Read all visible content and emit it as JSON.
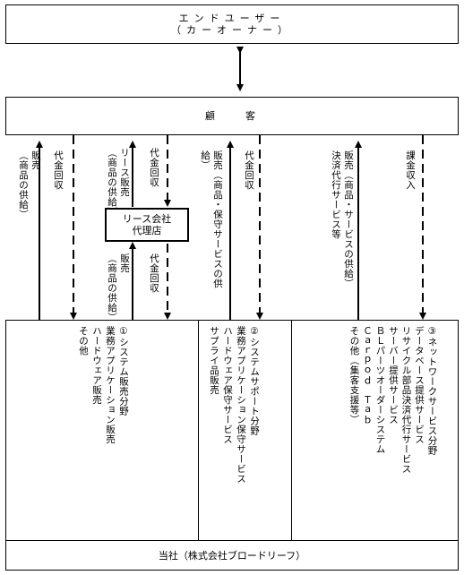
{
  "top": {
    "title": "エンドユーザー",
    "subtitle": "（カーオーナー）"
  },
  "customer": {
    "label": "顧　　客"
  },
  "agency": {
    "line1": "リース会社",
    "line2": "代理店"
  },
  "company": {
    "label": "当社（株式会社ブロードリーフ）"
  },
  "flows": {
    "sales_goods": [
      "販売",
      "（商品の供給）"
    ],
    "collect1": "代金回収",
    "lease_sales": [
      "リース販売",
      "（商品の供給）"
    ],
    "collect2": "代金回収",
    "sales_lower": [
      "販売",
      "（商品の供給）"
    ],
    "collect3": "代金回収",
    "sales_maint": [
      "販売（商品・保守サービスの供",
      "給）"
    ],
    "collect4": "代金回収",
    "sales_service": [
      "販売（商品・サービスの供給）",
      "決済代行サービス等"
    ],
    "billing": "課金収入"
  },
  "segments": {
    "s1": [
      "①システム販売分野",
      "業務アプリケーション販売",
      "ハードウェア販売",
      "その他"
    ],
    "s2": [
      "②システムサポート分野",
      "業務アプリケーション保守サービス",
      "ハードウェア保守サービス",
      "サプライ品販売"
    ],
    "s3": [
      "③ネットワークサービス分野",
      "データベース提供サービス",
      "リサイクル部品決済代行サービス",
      "サーバー提供サービス",
      "ＢＬパーツオーダーシステム",
      "Ｃａｒｐｏｄ　Ｔａｂ",
      "その他（集客支援等）"
    ]
  }
}
